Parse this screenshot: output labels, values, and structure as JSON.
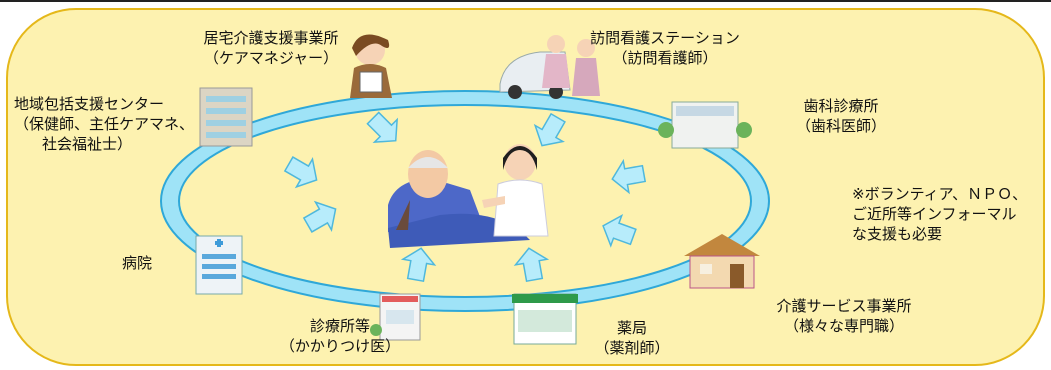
{
  "nodes": {
    "care_manager_office": {
      "name": "居宅介護支援事業所",
      "role": "（ケアマネジャー）"
    },
    "home_nursing": {
      "name": "訪問看護ステーション",
      "role": "（訪問看護師）"
    },
    "community_center": {
      "name": "地域包括支援センター",
      "role_line1": "（保健師、主任ケアマネ、",
      "role_line2": "社会福祉士）"
    },
    "dental_clinic": {
      "name": "歯科診療所",
      "role": "（歯科医師）"
    },
    "hospital": {
      "name": "病院"
    },
    "clinic": {
      "name": "診療所等",
      "role": "（かかりつけ医）"
    },
    "pharmacy": {
      "name": "薬局",
      "role": "（薬剤師）"
    },
    "care_service_office": {
      "name": "介護サービス事業所",
      "role": "（様々な専門職）"
    }
  },
  "note": {
    "line1": "※ボランティア、ＮＰＯ、",
    "line2": "ご近所等インフォーマル",
    "line3": "な支援も必要"
  },
  "colors": {
    "background_panel": "#fdf2b0",
    "panel_border": "#e5b81a",
    "ring": "#9fe3f7",
    "ring_border": "#2fa8d8",
    "arrow": "#b7ecfb"
  },
  "icons": [
    "care-manager-icon",
    "nursing-car-icon",
    "building-icon",
    "dental-building-icon",
    "hospital-icon",
    "clinic-icon",
    "pharmacy-icon",
    "house-icon",
    "doctor-patient-icon"
  ]
}
